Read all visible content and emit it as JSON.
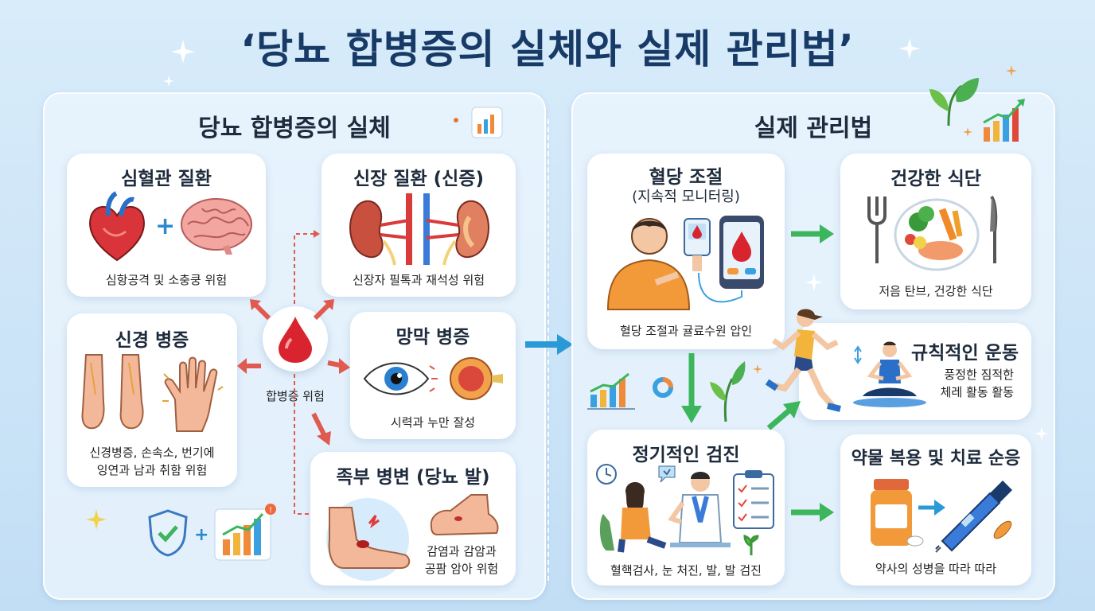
{
  "title": "‘당뇨 합병증의 실체와 실제 관리법’",
  "left_panel": {
    "heading": "당뇨 합병증의 실체",
    "center_label": "합병증 위험",
    "cards": {
      "cardio": {
        "title": "심혈관 질환",
        "desc": "심항공격 및 소충쿵 위험"
      },
      "kidney": {
        "title": "신장 질환 (신증)",
        "desc": "신장자 필톡과 재석성 위험"
      },
      "nerve": {
        "title": "신경 병증",
        "desc_line1": "신경병증, 손속소, 번기에",
        "desc_line2": "잉연과 남과 취함 위험"
      },
      "retina": {
        "title": "망막 병증",
        "desc": "시력과 누만 잘성"
      },
      "foot": {
        "title": "족부 병변 (당뇨 발)",
        "desc_line1": "감염과 감암과",
        "desc_line2": "공팜 암아 위험"
      }
    }
  },
  "right_panel": {
    "heading": "실제 관리법",
    "cards": {
      "glucose": {
        "title_line1": "혈당 조절",
        "title_line2": "(지속적 모니터링)",
        "desc": "혈당 조절과 귤료수원 압인"
      },
      "diet": {
        "title": "건강한 식단",
        "desc": "저음 탄브, 건강한 식단"
      },
      "exercise": {
        "title": "규칙적인 운동",
        "desc_line1": "풍정한 짐적한",
        "desc_line2": "체레 활동 활동"
      },
      "checkup": {
        "title": "정기적인 검진",
        "desc": "혈핵검사, 눈 처진, 발, 발 검진"
      },
      "medication": {
        "title": "약물 복용 및 치료 순응",
        "desc": "약사의 성병을 따라 따라"
      }
    }
  },
  "colors": {
    "title": "#173a66",
    "arrow_red": "#e05a4f",
    "arrow_green": "#3cb55c",
    "arrow_blue": "#2a9ad6",
    "blood": "#d9242f",
    "skin": "#f3b89a"
  },
  "icons": [
    "heart-icon",
    "brain-icon",
    "kidney-icon",
    "blood-drop-icon",
    "foot-icon",
    "hand-icon",
    "eye-icon",
    "shield-check-icon",
    "bar-chart-icon",
    "glucometer-icon",
    "phone-icon",
    "fork-icon",
    "knife-icon",
    "plate-icon",
    "runner-icon",
    "yoga-icon",
    "doctor-icon",
    "clipboard-icon",
    "pill-bottle-icon",
    "insulin-pen-icon",
    "leaf-icon",
    "sparkle-icon"
  ]
}
